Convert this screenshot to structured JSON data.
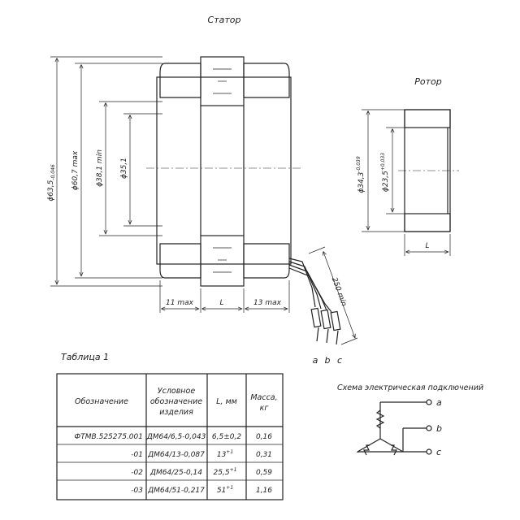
{
  "stator": {
    "title": "Статор",
    "dims": {
      "d_outer": "ϕ63,5",
      "d_outer_tol": "-0,046",
      "d_max": "ϕ60,7 max",
      "d_min": "ϕ38,1 min",
      "d_inner": "ϕ35,1",
      "left_max": "11 max",
      "mid": "L",
      "right_max": "13 max",
      "leads": "250 min"
    },
    "lead_labels": [
      "a",
      "b",
      "c"
    ]
  },
  "rotor": {
    "title": "Ротор",
    "dims": {
      "d_outer": "ϕ34,3",
      "d_outer_tol": "-0,039",
      "d_inner": "ϕ23,5",
      "d_inner_tol": "+0,033",
      "length": "L"
    }
  },
  "table": {
    "caption": "Таблица 1",
    "headers": [
      "Обозначение",
      "Условное обозначение изделия",
      "L, мм",
      "Масса, кг"
    ],
    "rows": [
      [
        "ФТМВ.525275.001",
        "ДМ64/6,5-0,043",
        "6,5±0,2",
        "0,16"
      ],
      [
        "-01",
        "ДМ64/13-0,087",
        "13",
        "0,31"
      ],
      [
        "-02",
        "ДМ64/25-0,14",
        "25,5",
        "0,59"
      ],
      [
        "-03",
        "ДМ64/51-0,217",
        "51",
        "1,16"
      ]
    ],
    "sup": [
      "",
      "+1",
      "+1",
      "+1"
    ]
  },
  "schema": {
    "title": "Схема электрическая подключений",
    "terminals": [
      "a",
      "b",
      "c"
    ]
  }
}
